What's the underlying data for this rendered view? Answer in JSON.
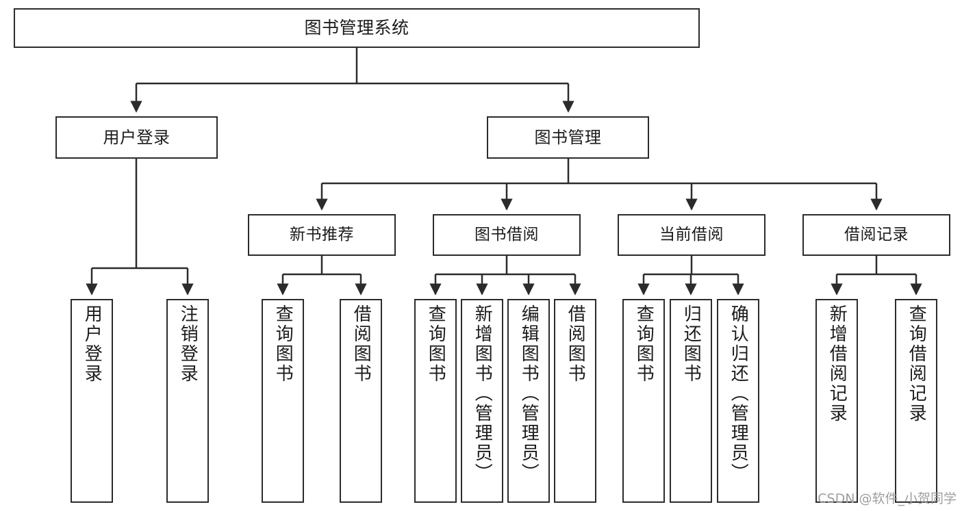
{
  "diagram": {
    "title": "图书管理系统",
    "type": "tree-hierarchy-chart",
    "watermark": "CSDN @软件_小贺同学",
    "colors": {
      "box_border": "#2b2b2b",
      "box_fill": "#ffffff",
      "edge": "#2b2b2b",
      "text": "#1b1b1b",
      "watermark": "#9e9e9e"
    },
    "nodes": {
      "root": {
        "label": "图书管理系统"
      },
      "level1": [
        {
          "id": "user-login",
          "label": "用户登录"
        },
        {
          "id": "book-admin",
          "label": "图书管理"
        }
      ],
      "level2": [
        {
          "id": "new-book-recommend",
          "label": "新书推荐"
        },
        {
          "id": "book-borrow",
          "label": "图书借阅"
        },
        {
          "id": "current-borrow",
          "label": "当前借阅"
        },
        {
          "id": "borrow-record",
          "label": "借阅记录"
        }
      ],
      "leaves": {
        "user_login": [
          {
            "id": "leaf-user-login",
            "label": "用户登录"
          },
          {
            "id": "leaf-logout-login",
            "label": "注销登录"
          }
        ],
        "new_book_recommend": [
          {
            "id": "leaf-query-book-1",
            "label": "查询图书"
          },
          {
            "id": "leaf-borrow-book-1",
            "label": "借阅图书"
          }
        ],
        "book_borrow": [
          {
            "id": "leaf-query-book-2",
            "label": "查询图书"
          },
          {
            "id": "leaf-add-book",
            "label": "新增图书（管理员）"
          },
          {
            "id": "leaf-edit-book",
            "label": "编辑图书（管理员）"
          },
          {
            "id": "leaf-borrow-book-2",
            "label": "借阅图书"
          }
        ],
        "current_borrow": [
          {
            "id": "leaf-query-book-3",
            "label": "查询图书"
          },
          {
            "id": "leaf-return-book",
            "label": "归还图书"
          },
          {
            "id": "leaf-confirm-return",
            "label": "确认归还（管理员）"
          }
        ],
        "borrow_record": [
          {
            "id": "leaf-add-record",
            "label": "新增借阅记录"
          },
          {
            "id": "leaf-query-record",
            "label": "查询借阅记录"
          }
        ]
      }
    }
  }
}
